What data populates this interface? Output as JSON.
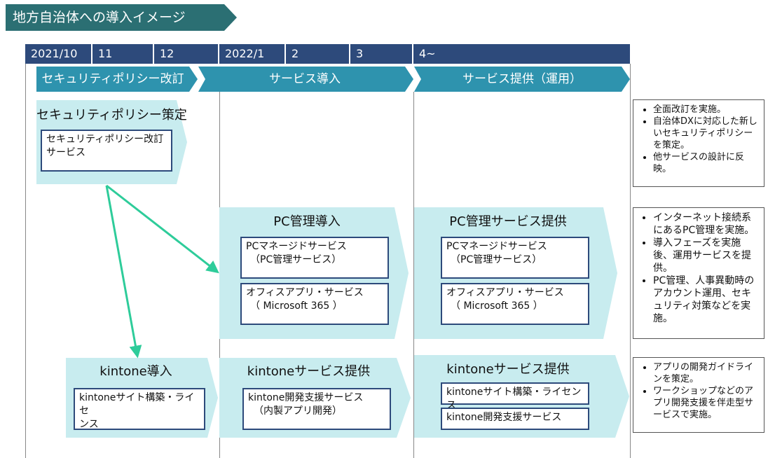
{
  "title": "地方自治体への導入イメージ",
  "timeline": [
    "2021/10",
    "11",
    "12",
    "2022/1",
    "2",
    "3",
    "4~"
  ],
  "phases": [
    "セキュリティポリシー改訂",
    "サービス導入",
    "サービス提供（運用）"
  ],
  "security": {
    "zone_title": "セキュリティポリシー策定",
    "service_line1": "セキュリティポリシー改訂",
    "service_line2": "サービス"
  },
  "pc_intro": {
    "zone_title": "PC管理導入",
    "svc1_line1": "PCマネージドサービス",
    "svc1_line2": "（PC管理サービス）",
    "svc2_line1": "オフィスアプリ・サービス",
    "svc2_line2": "（ Microsoft 365 ）"
  },
  "pc_service": {
    "zone_title": "PC管理サービス提供",
    "svc1_line1": "PCマネージドサービス",
    "svc1_line2": "（PC管理サービス）",
    "svc2_line1": "オフィスアプリ・サービス",
    "svc2_line2": "（ Microsoft 365 ）"
  },
  "kintone_intro": {
    "zone_title": "kintone導入",
    "svc_line1": "kintoneサイト構築・ライセ",
    "svc_line2": "ンス"
  },
  "kintone_service": {
    "zone_title": "kintoneサービス提供",
    "svc_line1": "kintone開発支援サービス",
    "svc_line2": "（内製アプリ開発）"
  },
  "kintone_ops": {
    "zone_title": "kintoneサービス提供",
    "svc1": "kintoneサイト構築・ライセンス",
    "svc2": "kintone開発支援サービス"
  },
  "notes": {
    "security": [
      "全面改訂を実施。",
      "自治体DXに対応した新しいセキュリティポリシーを策定。",
      "他サービスの設計に反映。"
    ],
    "pc": [
      "インターネット接続系にあるPC管理を実施。",
      "導入フェーズを実施後、運用サービスを提供。",
      "PC管理、人事異動時のアカウント運用、セキュリティ対策などを実施。"
    ],
    "kintone": [
      "アプリの開発ガイドラインを策定。",
      "ワークショップなどのアプリ開発支援を伴走型サービスで実施。"
    ]
  },
  "colors": {
    "timeline": "#2d4a7b",
    "phase": "#2e93ae",
    "zone": "#c8ecef",
    "arrow": "#2ecc9a",
    "title_banner": "#2b6f73"
  }
}
